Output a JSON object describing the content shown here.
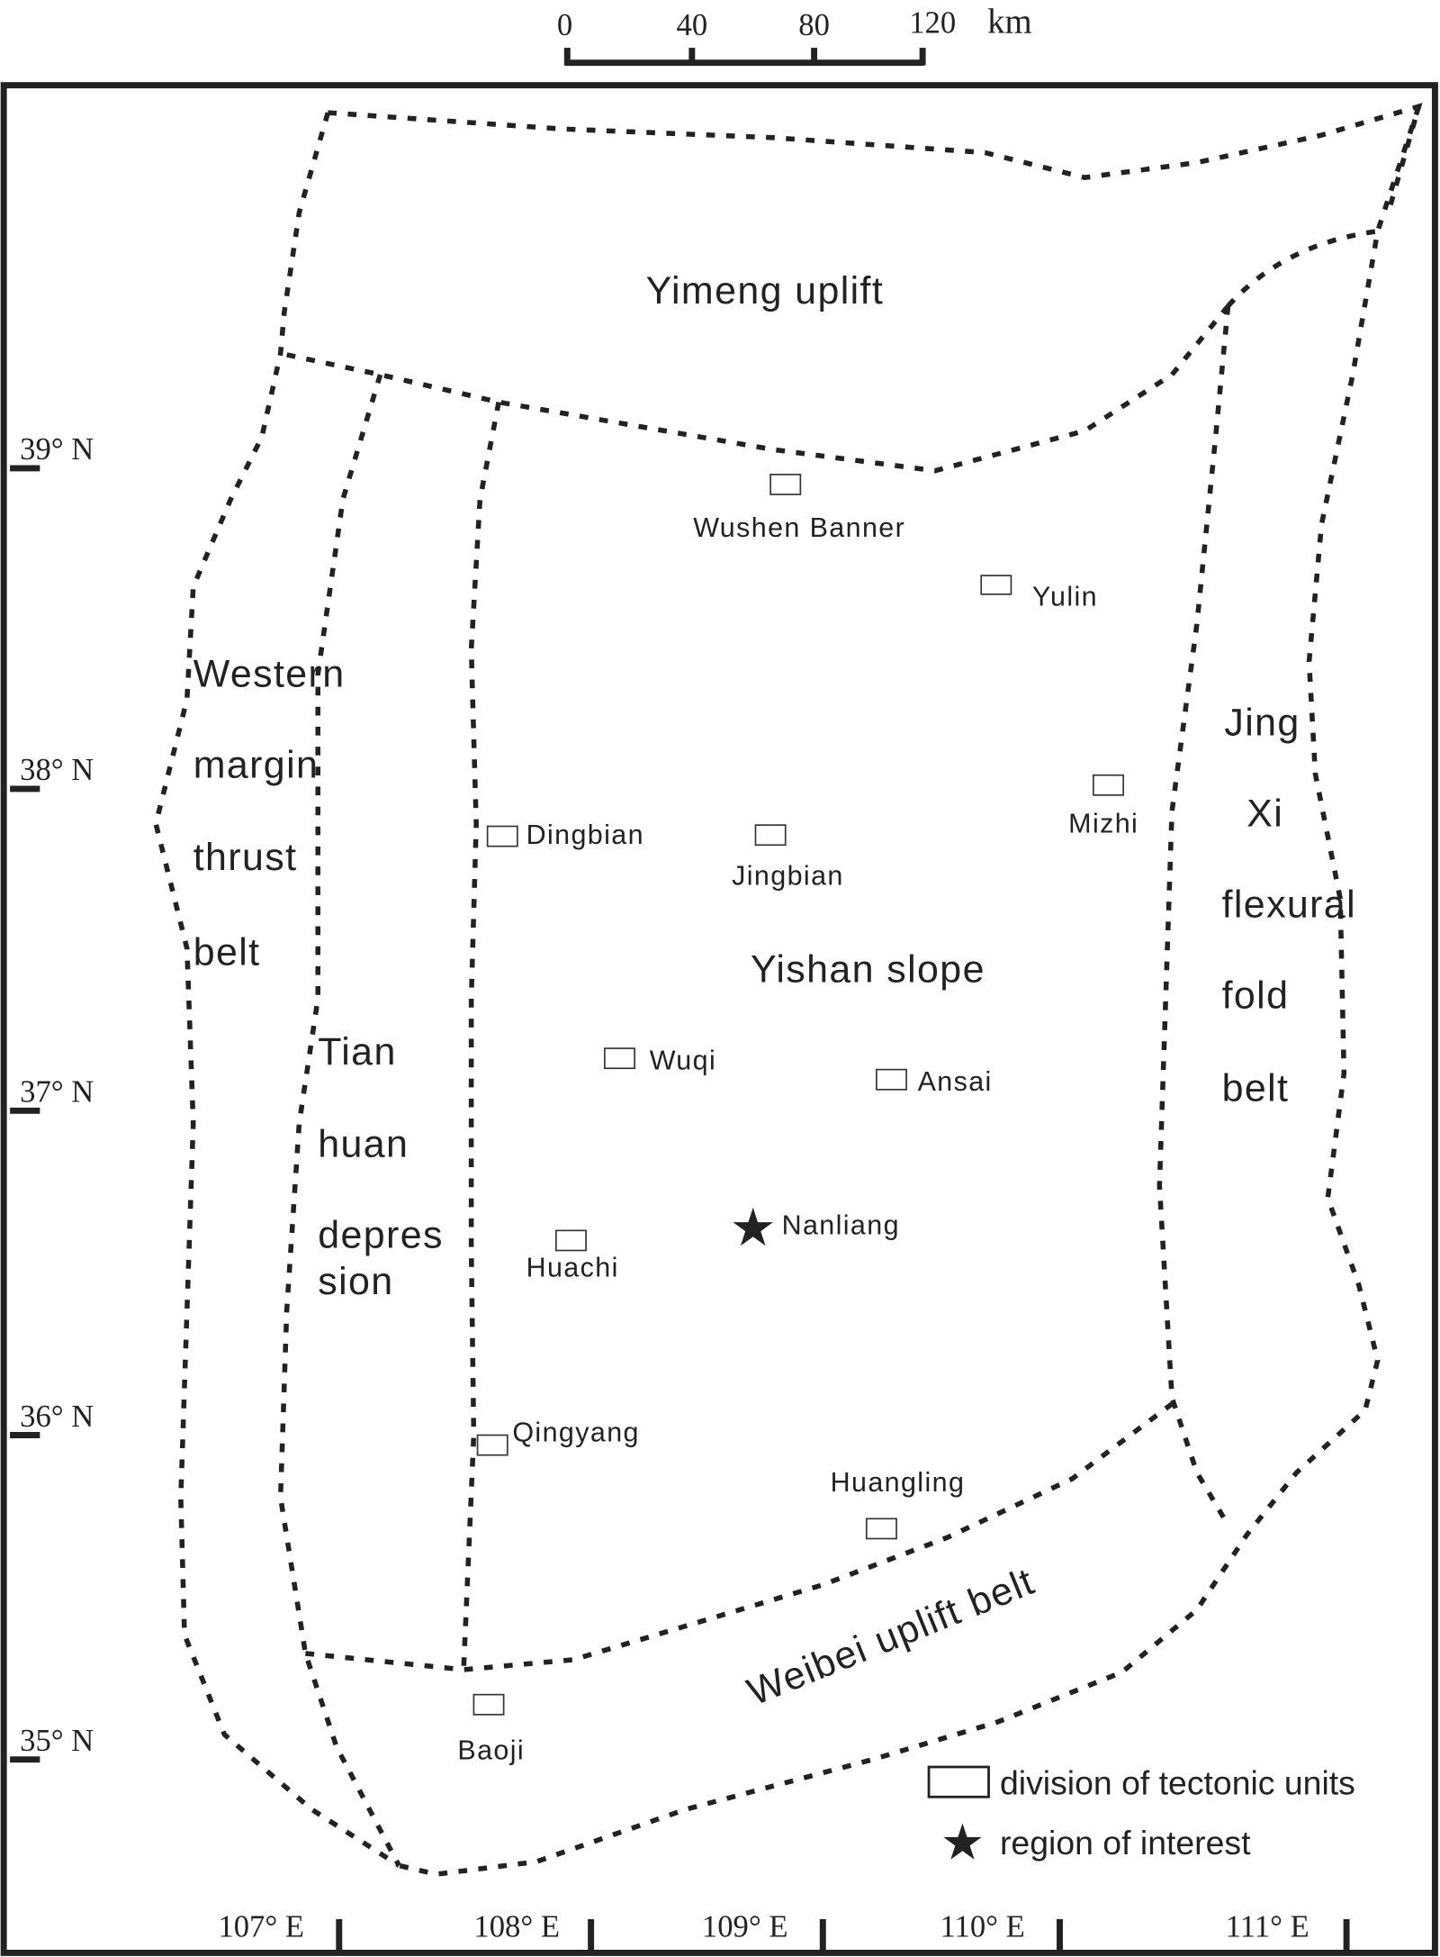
{
  "scale_bar": {
    "ticks": [
      "0",
      "40",
      "80",
      "120"
    ],
    "unit": "km"
  },
  "tectonic_units": {
    "yimeng": "Yimeng uplift",
    "western": [
      "Western",
      "margin",
      "thrust",
      "belt"
    ],
    "tianhuan": [
      "Tian",
      "huan",
      "depres",
      "sion"
    ],
    "yishan": "Yishan slope",
    "jingxi": [
      "Jing",
      "Xi",
      "flexural",
      "fold",
      "belt"
    ],
    "weibei": "Weibei uplift belt"
  },
  "places": {
    "wushen": "Wushen Banner",
    "yulin": "Yulin",
    "dingbian": "Dingbian",
    "jingbian": "Jingbian",
    "mizhi": "Mizhi",
    "wuqi": "Wuqi",
    "ansai": "Ansai",
    "nanliang": "Nanliang",
    "huachi": "Huachi",
    "qingyang": "Qingyang",
    "huangling": "Huangling",
    "baoji": "Baoji"
  },
  "latitudes": [
    "39° N",
    "38° N",
    "37° N",
    "36° N",
    "35° N"
  ],
  "longitudes": [
    "107° E",
    "108° E",
    "109° E",
    "110° E",
    "111° E"
  ],
  "legend": {
    "box_label": "division of tectonic units",
    "star_label": "region of interest"
  }
}
